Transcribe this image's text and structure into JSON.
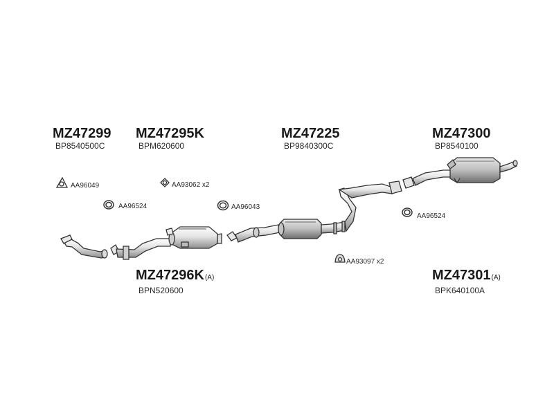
{
  "groups": {
    "g1": {
      "code": "MZ47299",
      "suffix": "",
      "ref": "BP8540500C"
    },
    "g2": {
      "code": "MZ47295K",
      "suffix": "",
      "ref": "BPM620600"
    },
    "g3": {
      "code": "MZ47225",
      "suffix": "",
      "ref": "BP9840300C"
    },
    "g4": {
      "code": "MZ47300",
      "suffix": "",
      "ref": "BP8540100"
    },
    "g5": {
      "code": "MZ47296K",
      "suffix": "(A)",
      "ref": "BPN520600"
    },
    "g6": {
      "code": "MZ47301",
      "suffix": "(A)",
      "ref": "BPK640100A"
    }
  },
  "small_parts": {
    "aa96049": "AA96049",
    "aa93062": "AA93062 x2",
    "aa96524_left": "AA96524",
    "aa96043": "AA96043",
    "aa96524_right": "AA96524",
    "aa93097": "AA93097 x2"
  },
  "colors": {
    "line": "#333333",
    "fill_light": "#f2f2f2",
    "fill_mid": "#d9d9d9",
    "fill_dark": "#9a9a9a"
  }
}
